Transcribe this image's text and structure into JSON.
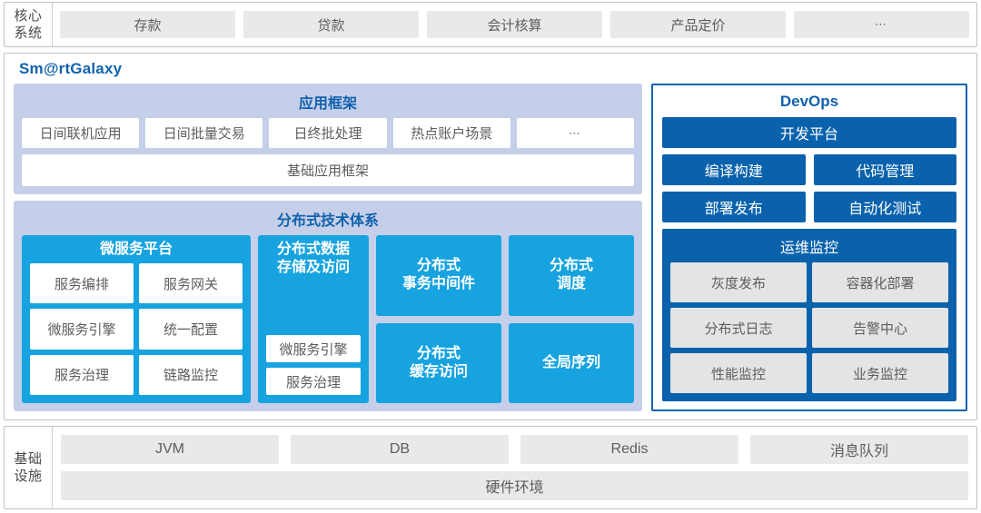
{
  "core_systems": {
    "label": "核心\n系统",
    "label_line1": "核心",
    "label_line2": "系统",
    "items": [
      {
        "label": "存款"
      },
      {
        "label": "贷款"
      },
      {
        "label": "会计核算"
      },
      {
        "label": "产品定价"
      },
      {
        "label": "⋯"
      }
    ]
  },
  "galaxy": {
    "title": "Sm@rtGalaxy",
    "app_framework": {
      "title": "应用框架",
      "items": [
        {
          "label": "日间联机应用"
        },
        {
          "label": "日间批量交易"
        },
        {
          "label": "日终批处理"
        },
        {
          "label": "热点账户场景"
        },
        {
          "label": "⋯"
        }
      ],
      "base": "基础应用框架"
    },
    "distributed": {
      "title": "分布式技术体系",
      "microservice_platform": {
        "title": "微服务平台",
        "items": [
          {
            "label": "服务编排"
          },
          {
            "label": "服务网关"
          },
          {
            "label": "微服务引擎"
          },
          {
            "label": "统一配置"
          },
          {
            "label": "服务治理"
          },
          {
            "label": "链路监控"
          }
        ]
      },
      "data_storage": {
        "title_line1": "分布式数据",
        "title_line2": "存储及访问",
        "items": [
          {
            "label": "微服务引擎"
          },
          {
            "label": "服务治理"
          }
        ]
      },
      "cards": [
        {
          "line1": "分布式",
          "line2": "事务中间件"
        },
        {
          "line1": "分布式",
          "line2": "调度"
        },
        {
          "line1": "分布式",
          "line2": "缓存访问"
        },
        {
          "line1": "全局序列",
          "line2": ""
        }
      ]
    },
    "devops": {
      "title": "DevOps",
      "platform": "开发平台",
      "pair_rows": [
        [
          {
            "label": "编译构建"
          },
          {
            "label": "代码管理"
          }
        ],
        [
          {
            "label": "部署发布"
          },
          {
            "label": "自动化测试"
          }
        ]
      ],
      "monitor": {
        "title": "运维监控",
        "items": [
          {
            "label": "灰度发布"
          },
          {
            "label": "容器化部署"
          },
          {
            "label": "分布式日志"
          },
          {
            "label": "告警中心"
          },
          {
            "label": "性能监控"
          },
          {
            "label": "业务监控"
          }
        ]
      }
    }
  },
  "infrastructure": {
    "label_line1": "基础",
    "label_line2": "设施",
    "items": [
      {
        "label": "JVM"
      },
      {
        "label": "DB"
      },
      {
        "label": "Redis"
      },
      {
        "label": "消息队列"
      }
    ],
    "hardware": "硬件环境"
  },
  "colors": {
    "brand_dark_blue": "#1162ad",
    "devops_blue": "#0a62ac",
    "cyan": "#16a3e0",
    "lavender": "#c5cfe9",
    "gray_box": "#e9e9e9",
    "border_gray": "#c0c0c0",
    "text_gray": "#5d5d5d"
  }
}
